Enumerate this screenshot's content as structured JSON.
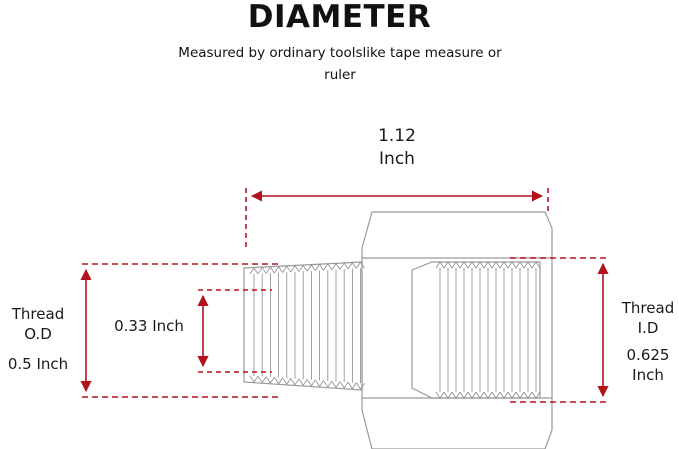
{
  "header": {
    "title": "DIAMETER",
    "subtitle": "Measured by ordinary toolslike tape measure or ruler"
  },
  "dimensions": {
    "length": {
      "value": "1.12",
      "unit": "Inch"
    },
    "thread_od": {
      "name": "Thread O.D",
      "value": "0.5 Inch"
    },
    "thread_pitch": {
      "value": "0.33 Inch"
    },
    "thread_id": {
      "name": "Thread I.D",
      "value": "0.625",
      "unit": "Inch"
    }
  },
  "colors": {
    "dimension_line": "#b3121d",
    "drawing_line": "#9a9a9a",
    "text": "#1a1a1a"
  }
}
